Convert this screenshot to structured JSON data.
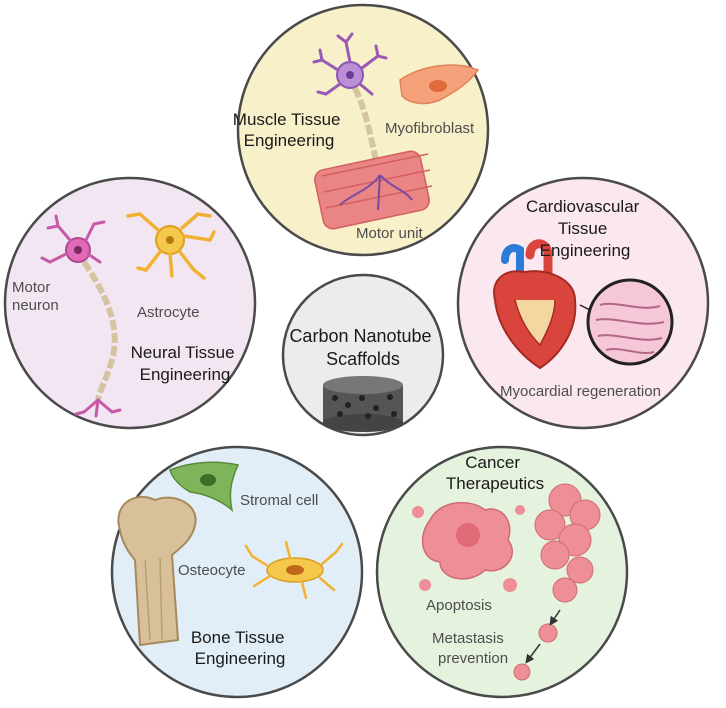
{
  "center": {
    "title_lines": [
      "Carbon Nanotube",
      "Scaffolds"
    ],
    "fill": "#ececec",
    "icon": "porous-scaffold-icon"
  },
  "muscle": {
    "title_lines": [
      "Muscle Tissue",
      "Engineering"
    ],
    "labels": {
      "myofibroblast": "Myofibroblast",
      "motor_unit": "Motor unit"
    },
    "fill": "#f7f0c9",
    "icons": [
      "neuron-icon",
      "myofibroblast-cell-icon",
      "muscle-fiber-bundle-icon"
    ]
  },
  "neural": {
    "title_lines": [
      "Neural Tissue",
      "Engineering"
    ],
    "labels": {
      "motor_neuron_lines": [
        "Motor",
        "neuron"
      ],
      "astrocyte": "Astrocyte"
    },
    "fill": "#f3e6f3",
    "icons": [
      "motor-neuron-icon",
      "astrocyte-icon"
    ]
  },
  "cardio": {
    "title_lines": [
      "Cardiovascular",
      "Tissue",
      "Engineering"
    ],
    "labels": {
      "myocardial": "Myocardial regeneration"
    },
    "fill": "#fbe7ef",
    "icons": [
      "heart-icon",
      "myocardium-tissue-icon"
    ]
  },
  "bone": {
    "title_lines": [
      "Bone Tissue",
      "Engineering"
    ],
    "labels": {
      "stromal": "Stromal cell",
      "osteocyte": "Osteocyte"
    },
    "fill": "#e2eef7",
    "icons": [
      "femur-bone-icon",
      "stromal-cell-icon",
      "osteocyte-icon"
    ]
  },
  "cancer": {
    "title_lines": [
      "Cancer",
      "Therapeutics"
    ],
    "labels": {
      "apoptosis": "Apoptosis",
      "metastasis_lines": [
        "Metastasis",
        "prevention"
      ]
    },
    "fill": "#e4f2de",
    "icons": [
      "apoptotic-cell-icon",
      "tumor-cluster-icon",
      "arrow-icon"
    ]
  },
  "colors": {
    "circle_stroke": "#4a4a4a",
    "neuron_purple": "#9b59b6",
    "muscle_red": "#e98585",
    "astrocyte_orange": "#f1b233",
    "heart_red": "#d9453d",
    "vessel_blue": "#2b7bd8",
    "bone_tan": "#d8c09a",
    "stromal_green": "#7fb55a",
    "tumor_pink": "#ee8e96"
  }
}
